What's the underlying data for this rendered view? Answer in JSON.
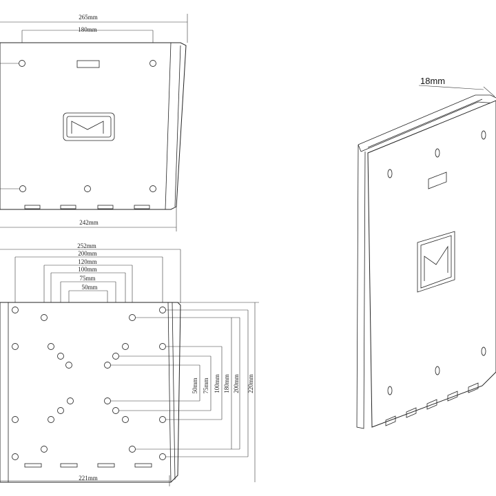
{
  "diagram": {
    "top_view": {
      "width_label": "265mm",
      "hole_spacing_label": "180mm",
      "bottom_width_label": "242mm"
    },
    "front_view": {
      "horizontal_labels": [
        "252mm",
        "200mm",
        "120mm",
        "100mm",
        "75mm",
        "50mm"
      ],
      "vertical_labels": [
        "50mm",
        "75mm",
        "100mm",
        "180mm",
        "200mm",
        "220mm"
      ],
      "bottom_width_label": "221mm"
    },
    "isometric_view": {
      "depth_label": "18mm"
    },
    "colors": {
      "line": "#222222",
      "background": "#ffffff"
    }
  }
}
